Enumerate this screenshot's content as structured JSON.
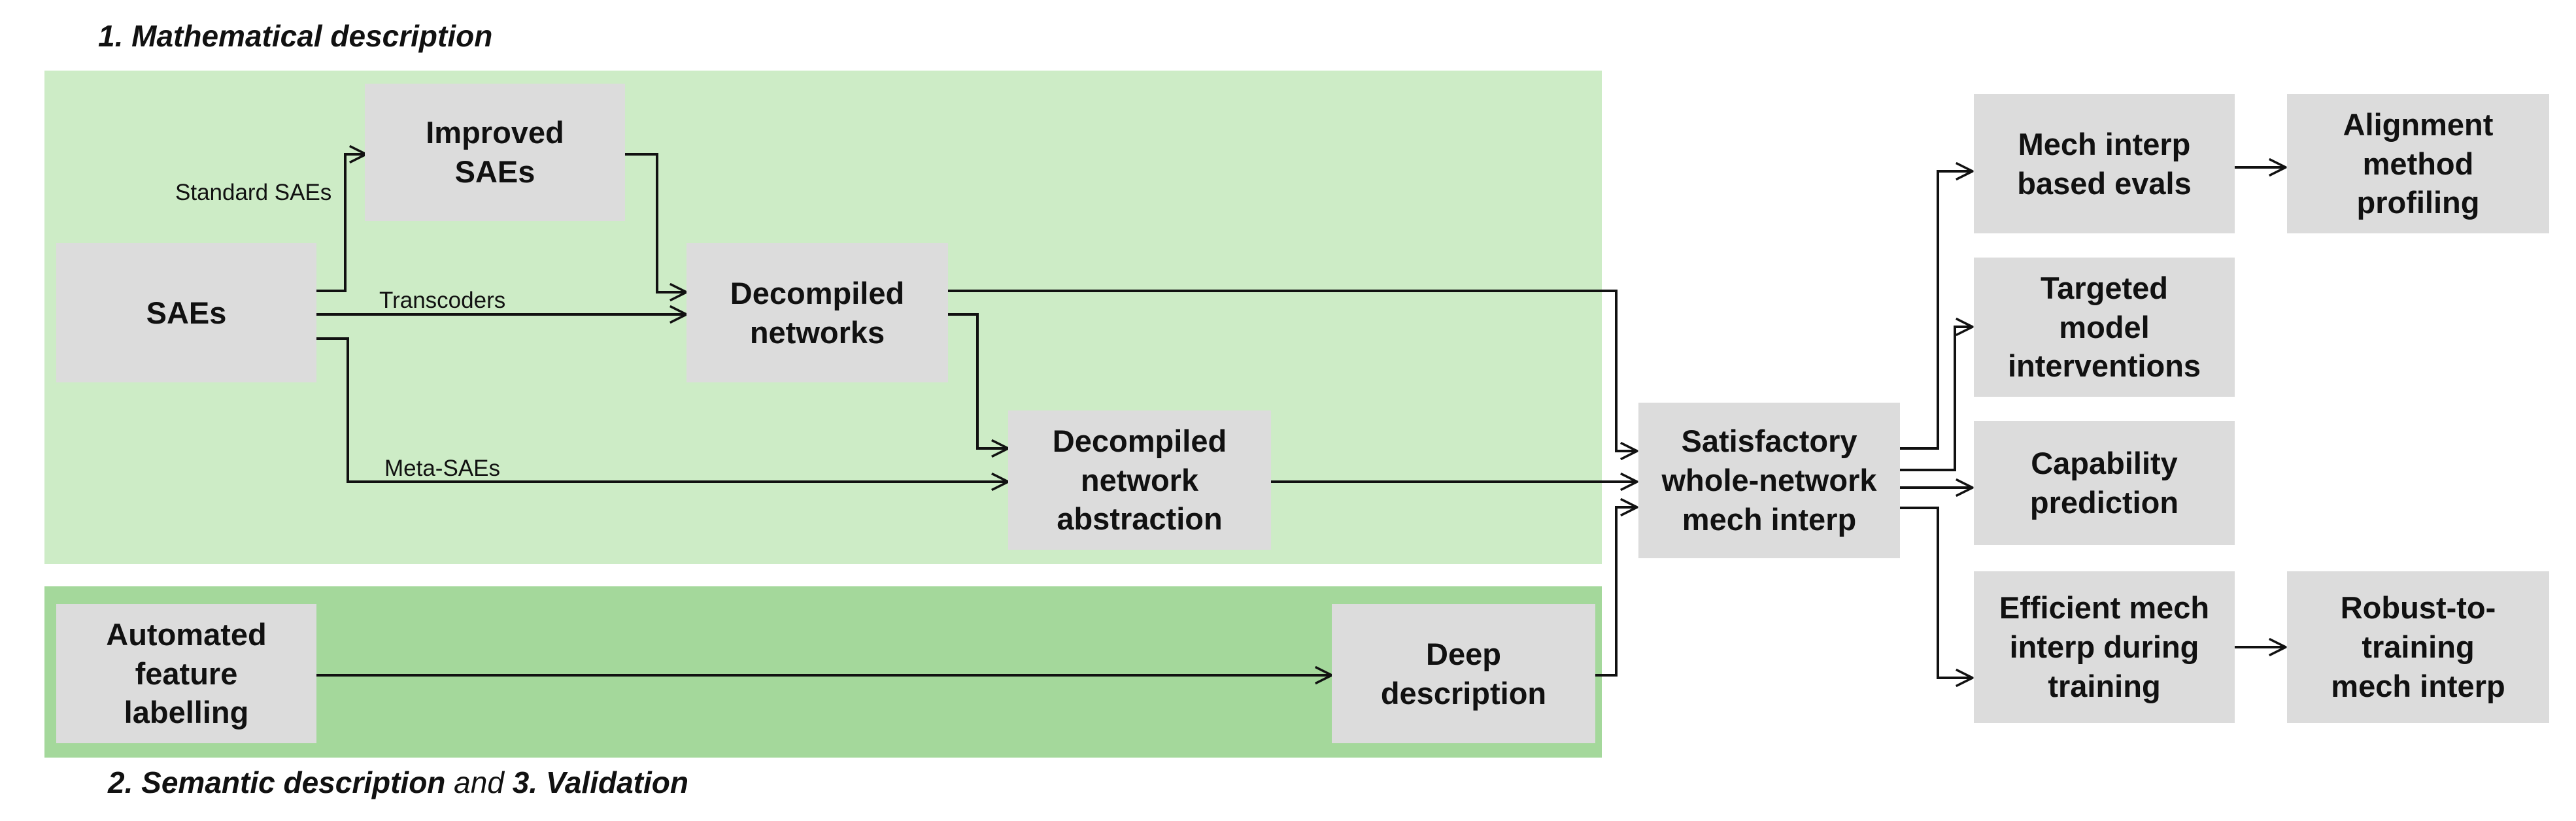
{
  "headings": {
    "top": {
      "num": "1.",
      "text": "Mathematical description"
    },
    "bottom": {
      "num2": "2.",
      "text2": "Semantic description",
      "joiner": "and",
      "num3": "3.",
      "text3": "Validation"
    }
  },
  "nodes": {
    "saes": "SAEs",
    "improved_saes": "Improved\nSAEs",
    "decompiled_networks": "Decompiled\nnetworks",
    "decompiled_network_abstraction": "Decompiled\nnetwork\nabstraction",
    "automated_feature_labelling": "Automated\nfeature\nlabelling",
    "deep_description": "Deep\ndescription",
    "satisfactory_whole_network": "Satisfactory\nwhole-network\nmech interp",
    "mech_interp_evals": "Mech interp\nbased evals",
    "alignment_method_profiling": "Alignment\nmethod\nprofiling",
    "targeted_model_interventions": "Targeted\nmodel\ninterventions",
    "capability_prediction": "Capability\nprediction",
    "efficient_mech_interp": "Efficient mech\ninterp during\ntraining",
    "robust_to_training": "Robust-to-\ntraining\nmech interp"
  },
  "edge_labels": {
    "standard_saes": "Standard SAEs",
    "transcoders": "Transcoders",
    "meta_saes": "Meta-SAEs"
  },
  "colors": {
    "mathematical_region": "#cdecc6",
    "semantic_region": "#a4d89b",
    "box": "#dcdcdc",
    "arrow": "#111111"
  }
}
